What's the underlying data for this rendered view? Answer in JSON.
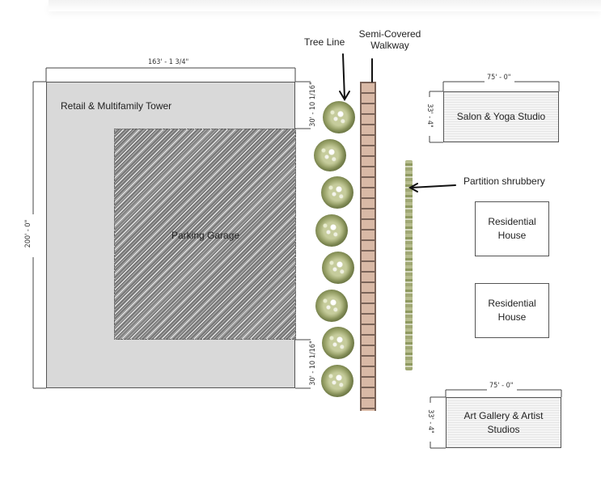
{
  "labels": {
    "tree_line": "Tree Line",
    "walkway_line1": "Semi-Covered",
    "walkway_line2": "Walkway",
    "partition": "Partition shrubbery"
  },
  "buildings": {
    "tower": "Retail & Multifamily Tower",
    "garage": "Parking Garage",
    "salon": "Salon & Yoga Studio",
    "house1_line1": "Residential",
    "house1_line2": "House",
    "house2_line1": "Residential",
    "house2_line2": "House",
    "gallery_line1": "Art Gallery & Artist",
    "gallery_line2": "Studios"
  },
  "dimensions": {
    "tower_width": "163' - 1 3/4\"",
    "tower_height": "200' - 0\"",
    "tower_offset_top": "30' - 10 1/16\"",
    "tower_offset_bottom": "30' - 10 1/16\"",
    "salon_width": "75' - 0\"",
    "salon_depth": "33' - 4\"",
    "gallery_width": "75' - 0\"",
    "gallery_depth": "33' - 4\""
  },
  "trees": {
    "count": 8
  }
}
